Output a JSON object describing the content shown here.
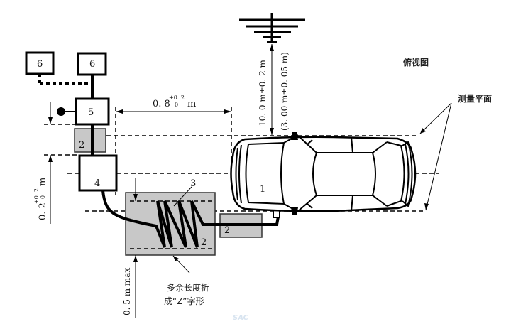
{
  "diagram": {
    "view_title": "俯视图",
    "measurement_plane_label": "测量平面",
    "excess_length_note_line1": "多余长度折",
    "excess_length_note_line2": "成“Z”字形",
    "components": {
      "vehicle": "1",
      "ground_plane_left": "2",
      "ground_plane_zigzag": "2",
      "ground_plane_right": "2",
      "cable_zigzag_label": "3",
      "device_4": "4",
      "device_5": "5",
      "device_6_left": "6",
      "device_6_right": "6"
    },
    "dimensions": {
      "horizontal_gap_main": "0. 8",
      "horizontal_gap_tol_upper": "+0. 2",
      "horizontal_gap_tol_lower": "0",
      "horizontal_gap_unit": "m",
      "antenna_distance": "10. 0  m±0. 2  m",
      "antenna_distance_alt": "(3. 00  m±0. 05  m)",
      "left_vertical_main": "0. 2",
      "left_vertical_tol_upper": "+0. 2",
      "left_vertical_tol_lower": "0",
      "left_vertical_unit": "m",
      "bottom_vertical": "0. 5  m max"
    },
    "watermark": "SAC",
    "colors": {
      "ground_plane_fill": "#c8c8c8",
      "line": "#000000"
    }
  }
}
